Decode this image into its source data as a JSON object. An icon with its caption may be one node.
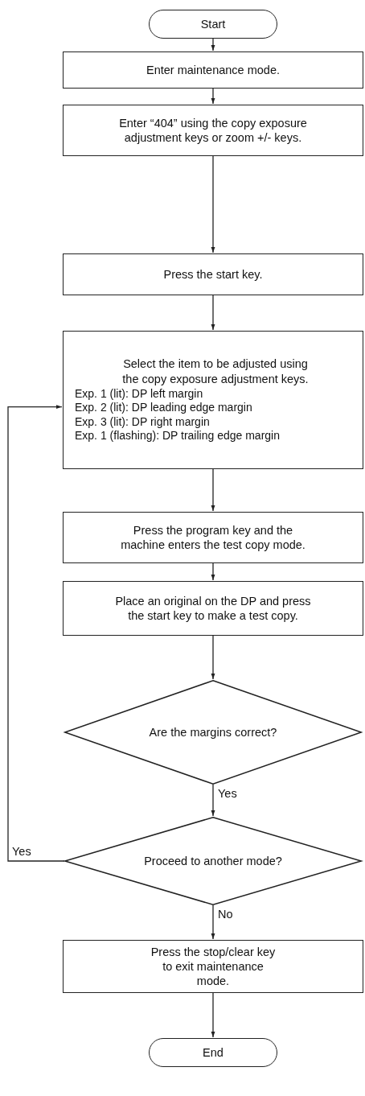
{
  "diagram": {
    "nodes": [
      {
        "text": [
          "Start"
        ]
      },
      {
        "text": [
          "Enter maintenance mode."
        ]
      },
      {
        "text": [
          "Enter “404” using the copy exposure adjustment keys or zoom +/- keys."
        ]
      },
      {
        "text": [
          "Press the start key."
        ]
      },
      {
        "text": [
          "Select the item to be adjusted using the copy exposure adjustment keys.",
          "Exp. 1 (lit): DP left margin",
          "Exp. 2 (lit): DP leading edge margin",
          "Exp. 3 (lit): DP right margin",
          "Exp. 1 (flashing): DP trailing edge margin"
        ]
      },
      {
        "text": [
          "Press the program key and the machine enters the test copy mode."
        ]
      },
      {
        "text": [
          "Place an original on the DP and press the start key to make a test copy."
        ]
      },
      {
        "text": [
          "Are the margins correct?"
        ]
      },
      {
        "text": [
          "Proceed to another mode?"
        ]
      },
      {
        "text": [
          "Press the stop/clear key to exit maintenance mode."
        ]
      },
      {
        "text": [
          "End"
        ]
      }
    ],
    "edges": [
      {
        "from": 0,
        "to": 1,
        "arrow": "to"
      },
      {
        "from": 1,
        "to": 2,
        "arrow": "to"
      },
      {
        "from": 2,
        "to": 3,
        "arrow": "to"
      },
      {
        "from": 3,
        "to": 4,
        "arrow": "to"
      },
      {
        "from": 4,
        "to": 5,
        "arrow": "to"
      },
      {
        "from": 5,
        "to": 6,
        "arrow": "to"
      },
      {
        "from": 6,
        "to": 7,
        "arrow": "to"
      },
      {
        "from": 7,
        "to": 8,
        "arrow": "to",
        "label": "Yes"
      },
      {
        "from": 8,
        "to": 4,
        "arrow": "to",
        "label": "Yes"
      },
      {
        "from": 8,
        "to": 9,
        "arrow": "to",
        "label": "No"
      },
      {
        "from": 9,
        "to": 10,
        "arrow": "to"
      }
    ]
  }
}
